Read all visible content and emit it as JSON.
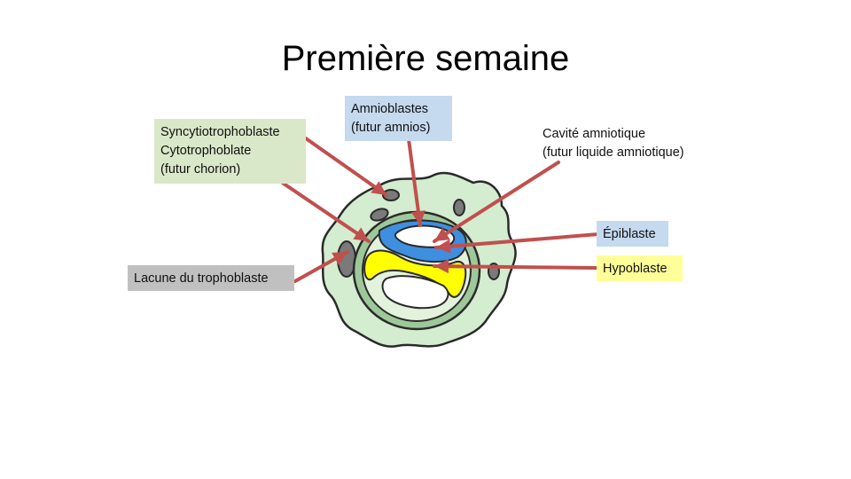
{
  "title": "Première semaine",
  "labels": {
    "syncytio": {
      "lines": [
        "Syncytiotrophoblaste",
        "Cytotrophoblate",
        "(futur chorion)"
      ],
      "bg": "#d9e8c8"
    },
    "amnioblastes": {
      "lines": [
        "Amnioblastes",
        "(futur amnios)"
      ],
      "bg": "#c5d9ef"
    },
    "cavite": {
      "lines": [
        "Cavité amniotique",
        "(futur liquide  amniotique)"
      ],
      "bg": "transparent"
    },
    "epiblaste": {
      "text": "Épiblaste",
      "bg": "#c5d9ef"
    },
    "hypoblaste": {
      "text": "Hypoblaste",
      "bg": "#ffff99"
    },
    "lacune": {
      "text": "Lacune du trophoblaste",
      "bg": "#c0c0c0"
    }
  },
  "colors": {
    "arrow": "#c0504d",
    "trophoblast": "#d4ecd0",
    "ring": "#9fc89a",
    "epiblast": "#3f8fe0",
    "hypoblast": "#ffff00",
    "lacuna": "#7a7a7a"
  }
}
